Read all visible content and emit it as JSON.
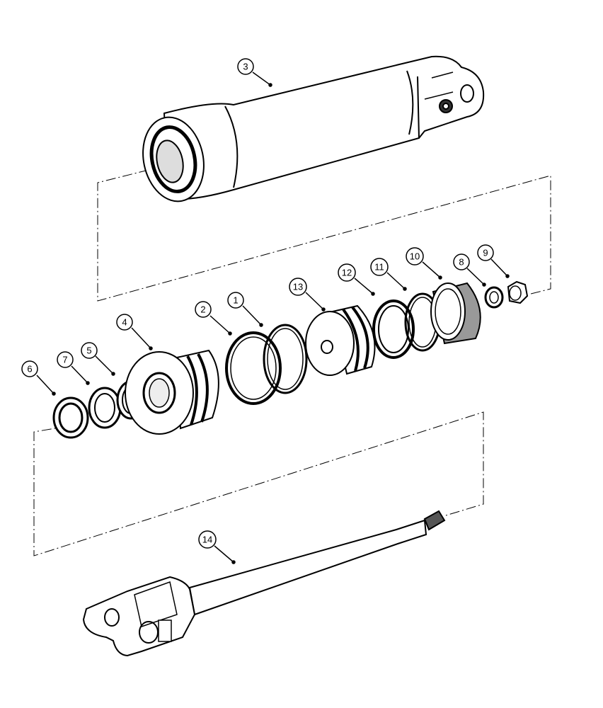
{
  "diagram": {
    "callouts": [
      {
        "id": "3",
        "label": "3"
      },
      {
        "id": "4",
        "label": "4"
      },
      {
        "id": "6",
        "label": "6"
      },
      {
        "id": "7",
        "label": "7"
      },
      {
        "id": "5",
        "label": "5"
      },
      {
        "id": "2",
        "label": "2"
      },
      {
        "id": "1",
        "label": "1"
      },
      {
        "id": "13",
        "label": "13"
      },
      {
        "id": "12",
        "label": "12"
      },
      {
        "id": "11",
        "label": "11"
      },
      {
        "id": "10",
        "label": "10"
      },
      {
        "id": "8",
        "label": "8"
      },
      {
        "id": "9",
        "label": "9"
      },
      {
        "id": "14",
        "label": "14"
      }
    ]
  }
}
